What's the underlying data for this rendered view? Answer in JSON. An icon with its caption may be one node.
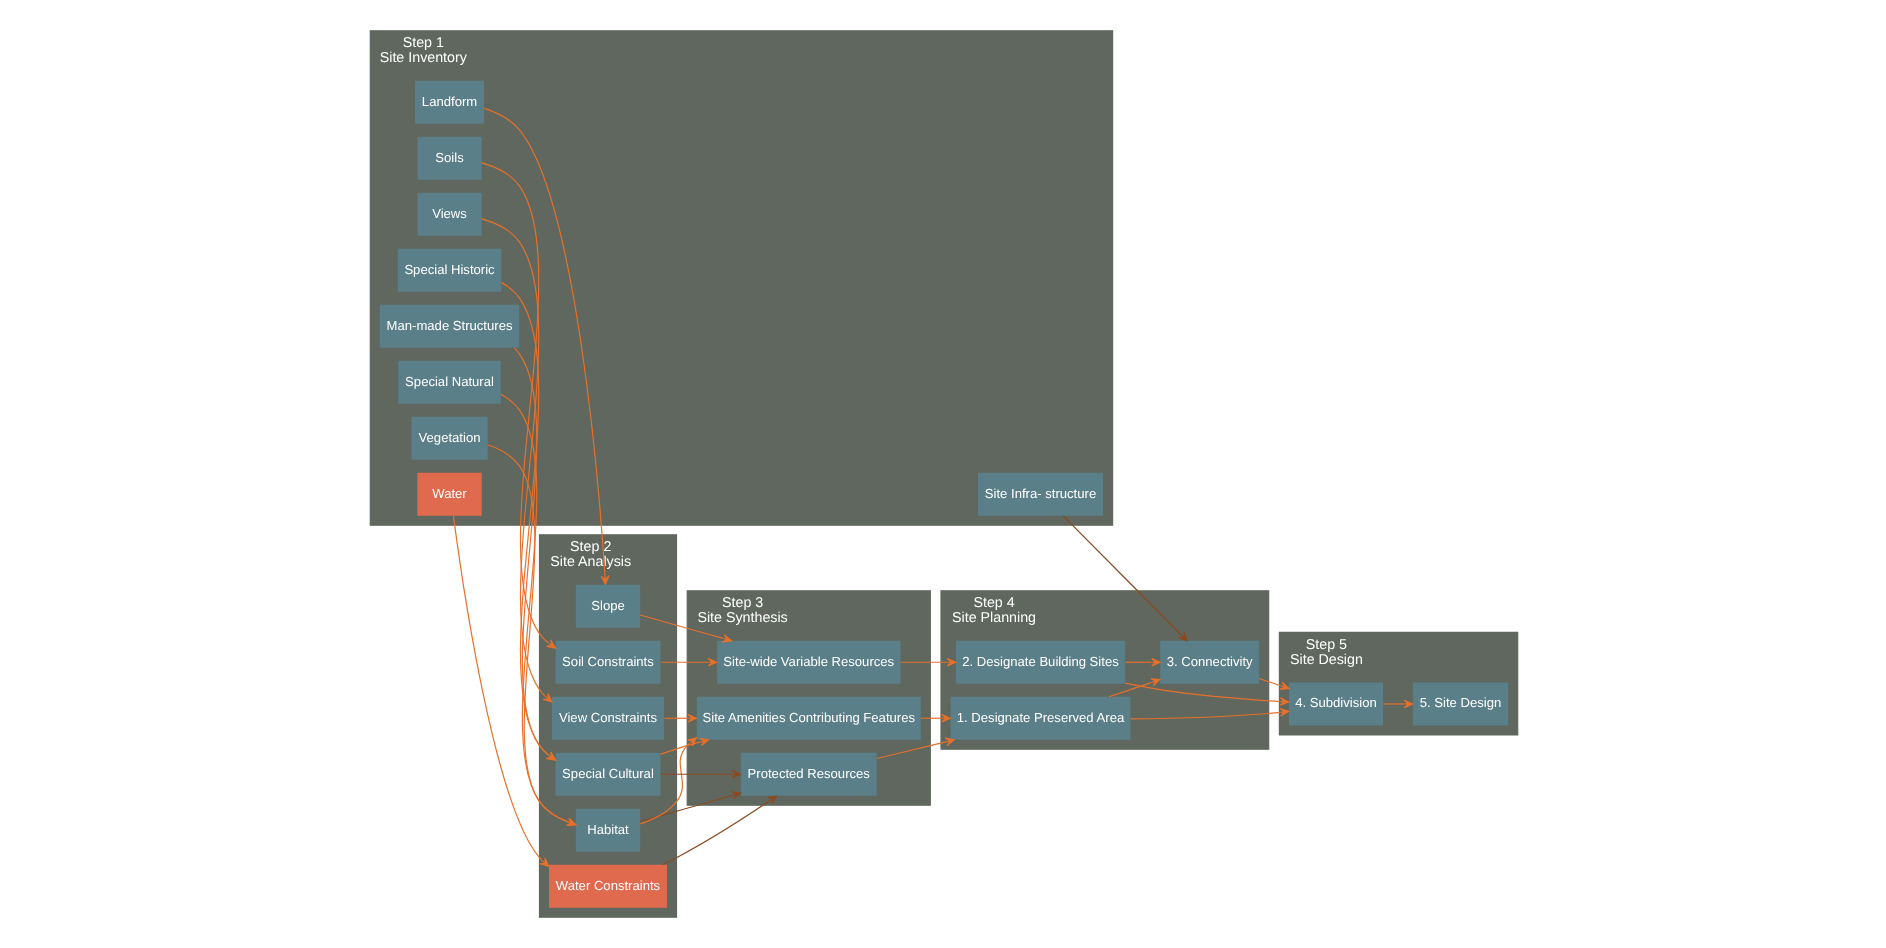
{
  "diagram": {
    "nodes": [
      {
        "text": [
          "Step 1",
          "Site Inventory"
        ]
      },
      {
        "text": [
          "Landform"
        ],
        "in": 0
      },
      {
        "text": [
          "Soils"
        ],
        "in": 0
      },
      {
        "text": [
          "Water"
        ],
        "in": 0
      },
      {
        "text": [
          "Vegetation"
        ],
        "in": 0
      },
      {
        "text": [
          "Special Natural"
        ],
        "in": 0
      },
      {
        "text": [
          "Site Infra- structure"
        ],
        "in": 0
      },
      {
        "text": [
          "Man-made Structures"
        ],
        "in": 0
      },
      {
        "text": [
          "Special Historic"
        ],
        "in": 0
      },
      {
        "text": [
          "Views"
        ],
        "in": 0
      },
      {
        "text": [
          "Step 2",
          "Site Analysis"
        ]
      },
      {
        "text": [
          "Slope"
        ],
        "in": 10
      },
      {
        "text": [
          "Soil Constraints"
        ],
        "in": 10
      },
      {
        "text": [
          "Water Constraints"
        ],
        "in": 10
      },
      {
        "text": [
          "Habitat"
        ],
        "in": 10
      },
      {
        "text": [
          "Special Cultural"
        ],
        "in": 10
      },
      {
        "text": [
          "View Constraints"
        ],
        "in": 10
      },
      {
        "text": [
          "Step 3",
          "Site Synthesis"
        ]
      },
      {
        "text": [
          "Site-wide Variable Resources"
        ],
        "in": 17
      },
      {
        "text": [
          "Protected Resources"
        ],
        "in": 17
      },
      {
        "text": [
          "Site Amenities Contributing Features"
        ],
        "in": 17
      },
      {
        "text": [
          "Step 4",
          "Site Planning"
        ]
      },
      {
        "text": [
          "2. Designate Building Sites"
        ],
        "in": 21
      },
      {
        "text": [
          "3. Connectivity"
        ],
        "in": 21
      },
      {
        "text": [
          "1. Designate Preserved Area"
        ],
        "in": 21
      },
      {
        "text": [
          "Step 5",
          "Site Design"
        ]
      },
      {
        "text": [
          "4. Subdivision"
        ],
        "in": 25
      },
      {
        "text": [
          "5. Site Design"
        ],
        "in": 25
      }
    ],
    "edges": [
      {
        "from": 1,
        "to": 11,
        "arrow": "to"
      },
      {
        "from": 2,
        "to": 12,
        "arrow": "to"
      },
      {
        "from": 3,
        "to": 13,
        "arrow": "to"
      },
      {
        "from": 4,
        "to": 14,
        "arrow": "to"
      },
      {
        "from": 5,
        "to": 14,
        "arrow": "to"
      },
      {
        "from": 7,
        "to": 15,
        "arrow": "to"
      },
      {
        "from": 8,
        "to": 15,
        "arrow": "to"
      },
      {
        "from": 9,
        "to": 16,
        "arrow": "to"
      },
      {
        "from": 11,
        "to": 18,
        "arrow": "to"
      },
      {
        "from": 12,
        "to": 18,
        "arrow": "to"
      },
      {
        "from": 13,
        "to": 19,
        "arrow": "to",
        "color": "#8b4a22"
      },
      {
        "from": 14,
        "to": 19,
        "arrow": "to",
        "color": "#8b4a22"
      },
      {
        "from": 15,
        "to": 19,
        "arrow": "to",
        "color": "#8b4a22"
      },
      {
        "from": 14,
        "to": 20,
        "arrow": "to"
      },
      {
        "from": 15,
        "to": 20,
        "arrow": "to"
      },
      {
        "from": 16,
        "to": 20,
        "arrow": "to"
      },
      {
        "from": 18,
        "to": 22,
        "arrow": "to"
      },
      {
        "from": 19,
        "to": 24,
        "arrow": "to"
      },
      {
        "from": 20,
        "to": 24,
        "arrow": "to"
      },
      {
        "from": 6,
        "to": 23,
        "arrow": "to",
        "color": "#8b4a22"
      },
      {
        "from": 22,
        "to": 23,
        "arrow": "to"
      },
      {
        "from": 24,
        "to": 23,
        "arrow": "to"
      },
      {
        "from": 22,
        "to": 26,
        "arrow": "to"
      },
      {
        "from": 23,
        "to": 26,
        "arrow": "to"
      },
      {
        "from": 24,
        "to": 26,
        "arrow": "to"
      },
      {
        "from": 26,
        "to": 27,
        "arrow": "to"
      }
    ]
  }
}
